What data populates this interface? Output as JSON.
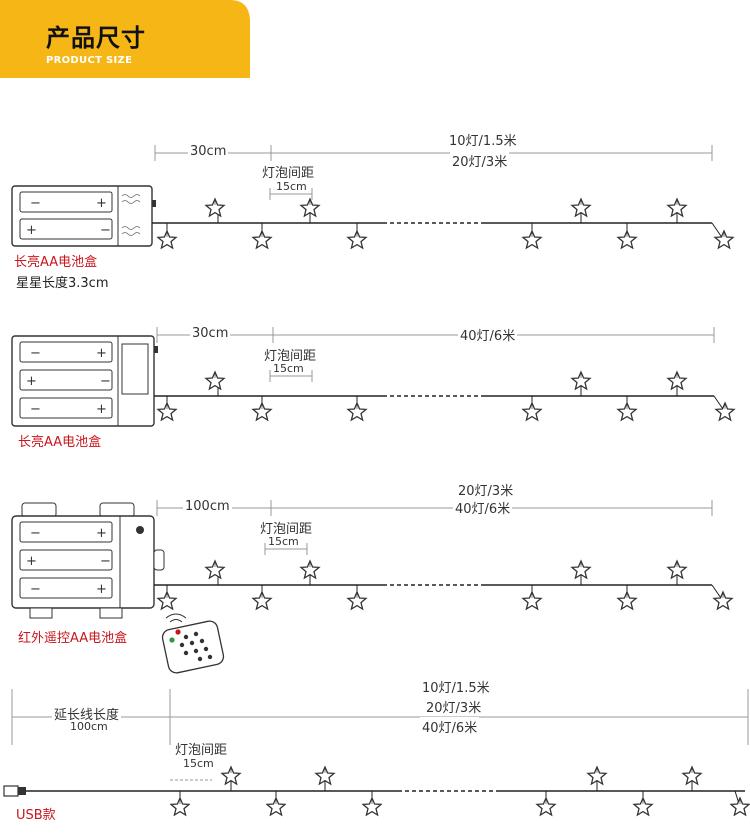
{
  "header": {
    "title": "产品尺寸",
    "subtitle": "PRODUCT SIZE",
    "bg_color": "#f6b615"
  },
  "colors": {
    "wire": "#222222",
    "dim": "#999999",
    "red_label": "#c8161d",
    "star": "#333333"
  },
  "sections": [
    {
      "lead_length": "30cm",
      "spacing_label": "灯泡间距",
      "spacing_value": "15cm",
      "counts": [
        "10灯/1.5米",
        "20灯/3米"
      ],
      "box_label": "长亮AA电池盒",
      "extra_label": "星星长度3.3cm",
      "battery_box": "2xAA"
    },
    {
      "lead_length": "30cm",
      "spacing_label": "灯泡间距",
      "spacing_value": "15cm",
      "counts": [
        "40灯/6米"
      ],
      "box_label": "长亮AA电池盒",
      "battery_box": "3xAA"
    },
    {
      "lead_length": "100cm",
      "spacing_label": "灯泡间距",
      "spacing_value": "15cm",
      "counts": [
        "20灯/3米",
        "40灯/6米"
      ],
      "box_label": "红外遥控AA电池盒",
      "battery_box": "3xAA-remote",
      "remote_icon": "remote-control-icon"
    },
    {
      "lead_label": "延长线长度",
      "lead_length": "100cm",
      "spacing_label": "灯泡间距",
      "spacing_value": "15cm",
      "counts": [
        "10灯/1.5米",
        "20灯/3米",
        "40灯/6米"
      ],
      "box_label": "USB款",
      "battery_box": "usb-plug"
    }
  ]
}
